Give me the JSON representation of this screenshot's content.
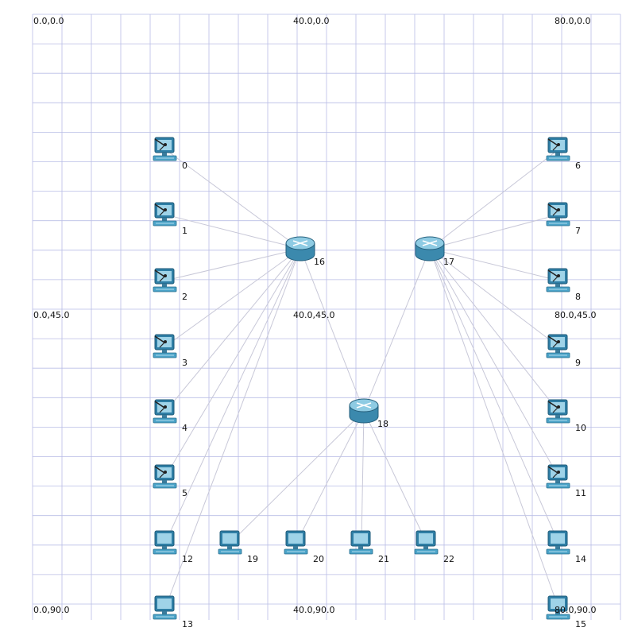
{
  "coordinate_labels": {
    "top_left": "0.0,0.0",
    "top_center": "40.0,0.0",
    "top_right": "80.0,0.0",
    "mid_left": "0.0,45.0",
    "mid_center": "40.0,45.0",
    "mid_right": "80.0,45.0",
    "bottom_left": "0.0,90.0",
    "bottom_center": "40.0,90.0",
    "bottom_right": "80.0,90.0"
  },
  "colors": {
    "grid": "#b9bde6",
    "link": "#c8c8d8",
    "device": "#4aa3c8"
  },
  "nodes": [
    {
      "id": "0",
      "type": "wireless-pc"
    },
    {
      "id": "1",
      "type": "wireless-pc"
    },
    {
      "id": "2",
      "type": "wireless-pc"
    },
    {
      "id": "3",
      "type": "wireless-pc"
    },
    {
      "id": "4",
      "type": "wireless-pc"
    },
    {
      "id": "5",
      "type": "wireless-pc"
    },
    {
      "id": "6",
      "type": "wireless-pc"
    },
    {
      "id": "7",
      "type": "wireless-pc"
    },
    {
      "id": "8",
      "type": "wireless-pc"
    },
    {
      "id": "9",
      "type": "wireless-pc"
    },
    {
      "id": "10",
      "type": "wireless-pc"
    },
    {
      "id": "11",
      "type": "wireless-pc"
    },
    {
      "id": "12",
      "type": "pc"
    },
    {
      "id": "13",
      "type": "pc"
    },
    {
      "id": "14",
      "type": "pc"
    },
    {
      "id": "15",
      "type": "pc"
    },
    {
      "id": "16",
      "type": "router"
    },
    {
      "id": "17",
      "type": "router"
    },
    {
      "id": "18",
      "type": "router"
    },
    {
      "id": "19",
      "type": "pc"
    },
    {
      "id": "20",
      "type": "pc"
    },
    {
      "id": "21",
      "type": "pc"
    },
    {
      "id": "22",
      "type": "pc"
    }
  ],
  "links": [
    [
      "0",
      "16"
    ],
    [
      "1",
      "16"
    ],
    [
      "2",
      "16"
    ],
    [
      "3",
      "16"
    ],
    [
      "4",
      "16"
    ],
    [
      "5",
      "16"
    ],
    [
      "12",
      "16"
    ],
    [
      "13",
      "16"
    ],
    [
      "16",
      "18"
    ],
    [
      "6",
      "17"
    ],
    [
      "7",
      "17"
    ],
    [
      "8",
      "17"
    ],
    [
      "9",
      "17"
    ],
    [
      "10",
      "17"
    ],
    [
      "11",
      "17"
    ],
    [
      "14",
      "17"
    ],
    [
      "15",
      "17"
    ],
    [
      "17",
      "18"
    ],
    [
      "19",
      "18"
    ],
    [
      "20",
      "18"
    ],
    [
      "21",
      "18"
    ],
    [
      "22",
      "18"
    ]
  ]
}
